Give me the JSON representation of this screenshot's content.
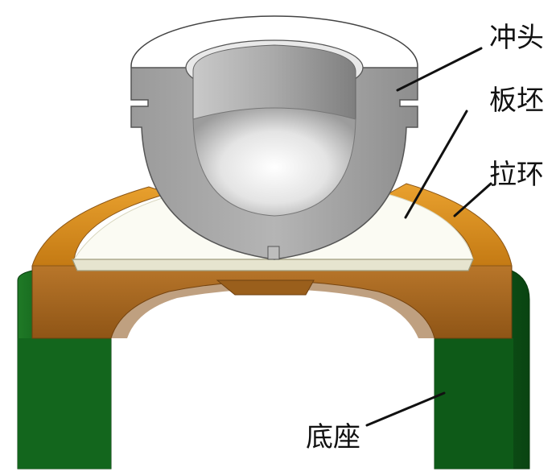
{
  "labels": {
    "punch": "冲头",
    "blank": "板坯",
    "draw_ring": "拉环",
    "base": "底座"
  },
  "colors": {
    "base_green": "#0f5a18",
    "ring_orange": "#d98a1a",
    "ring_brown": "#a9661e",
    "punch_gray": "#a8a8a8",
    "blank_cream": "#e6e4cf",
    "leader": "#111111"
  }
}
